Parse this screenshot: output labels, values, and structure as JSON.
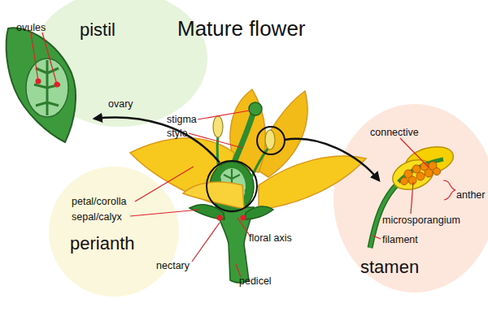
{
  "diagram": {
    "title": "Mature flower",
    "nodes": [
      {
        "text": [
          "pistil"
        ]
      },
      {
        "text": [
          "perianth"
        ]
      },
      {
        "text": [
          "stamen"
        ]
      }
    ],
    "labels": [
      "ovules",
      "stigma",
      "style",
      "ovary",
      "connective",
      "anther",
      "microsporangium",
      "petal/corolla",
      "sepal/calyx",
      "floral axis",
      "nectary",
      "filament",
      "pedicel"
    ]
  }
}
